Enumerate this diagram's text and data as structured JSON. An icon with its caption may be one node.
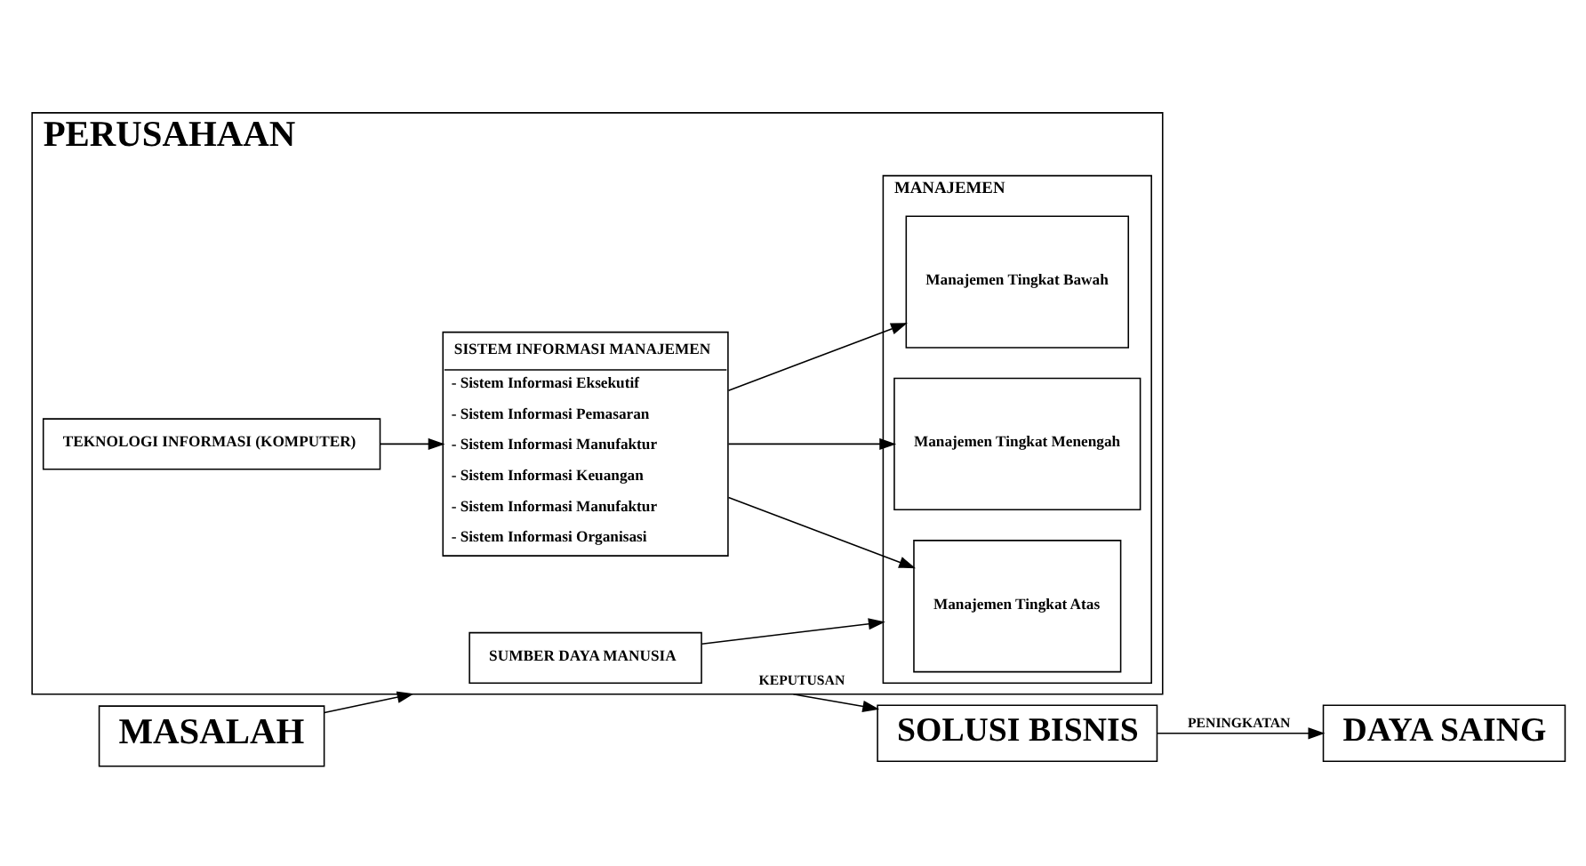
{
  "diagram": {
    "nodes": [
      {
        "text": [
          "PERUSAHAAN"
        ]
      },
      {
        "text": [
          "SUMBER DAYA MANUSIA"
        ],
        "in": 0
      },
      {
        "text": [
          "MANAJEMEN"
        ],
        "in": 0
      },
      {
        "text": [
          "Manajemen Tingkat Atas"
        ],
        "in": 2
      },
      {
        "text": [
          "Manajemen Tingkat Menengah"
        ],
        "in": 2
      },
      {
        "text": [
          "Manajemen Tingkat Bawah"
        ],
        "in": 2
      },
      {
        "text": [
          "SISTEM INFORMASI MANAJEMEN",
          "- Sistem Informasi Eksekutif",
          "- Sistem Informasi Pemasaran",
          "- Sistem Informasi Manufaktur",
          "- Sistem Informasi Keuangan",
          "- Sistem Informasi Manufaktur",
          "- Sistem Informasi Organisasi"
        ],
        "in": 0
      },
      {
        "text": [
          "TEKNOLOGI INFORMASI (KOMPUTER)"
        ],
        "in": 0
      },
      {
        "text": [
          "MASALAH"
        ]
      },
      {
        "text": [
          "SOLUSI BISNIS"
        ]
      },
      {
        "text": [
          "DAYA SAING"
        ]
      }
    ],
    "edges": [
      {
        "from": 1,
        "to": 2,
        "arrow": "to"
      },
      {
        "from": 6,
        "to": 3,
        "arrow": "to"
      },
      {
        "from": 6,
        "to": 4,
        "arrow": "to"
      },
      {
        "from": 6,
        "to": 5,
        "arrow": "to"
      },
      {
        "from": 7,
        "to": 6,
        "arrow": "to"
      },
      {
        "from": 8,
        "to": 0,
        "arrow": "to"
      },
      {
        "from": 0,
        "to": 9,
        "label": "KEPUTUSAN",
        "arrow": "to"
      },
      {
        "from": 9,
        "to": 10,
        "label": "PENINGKATAN",
        "arrow": "to"
      }
    ]
  }
}
